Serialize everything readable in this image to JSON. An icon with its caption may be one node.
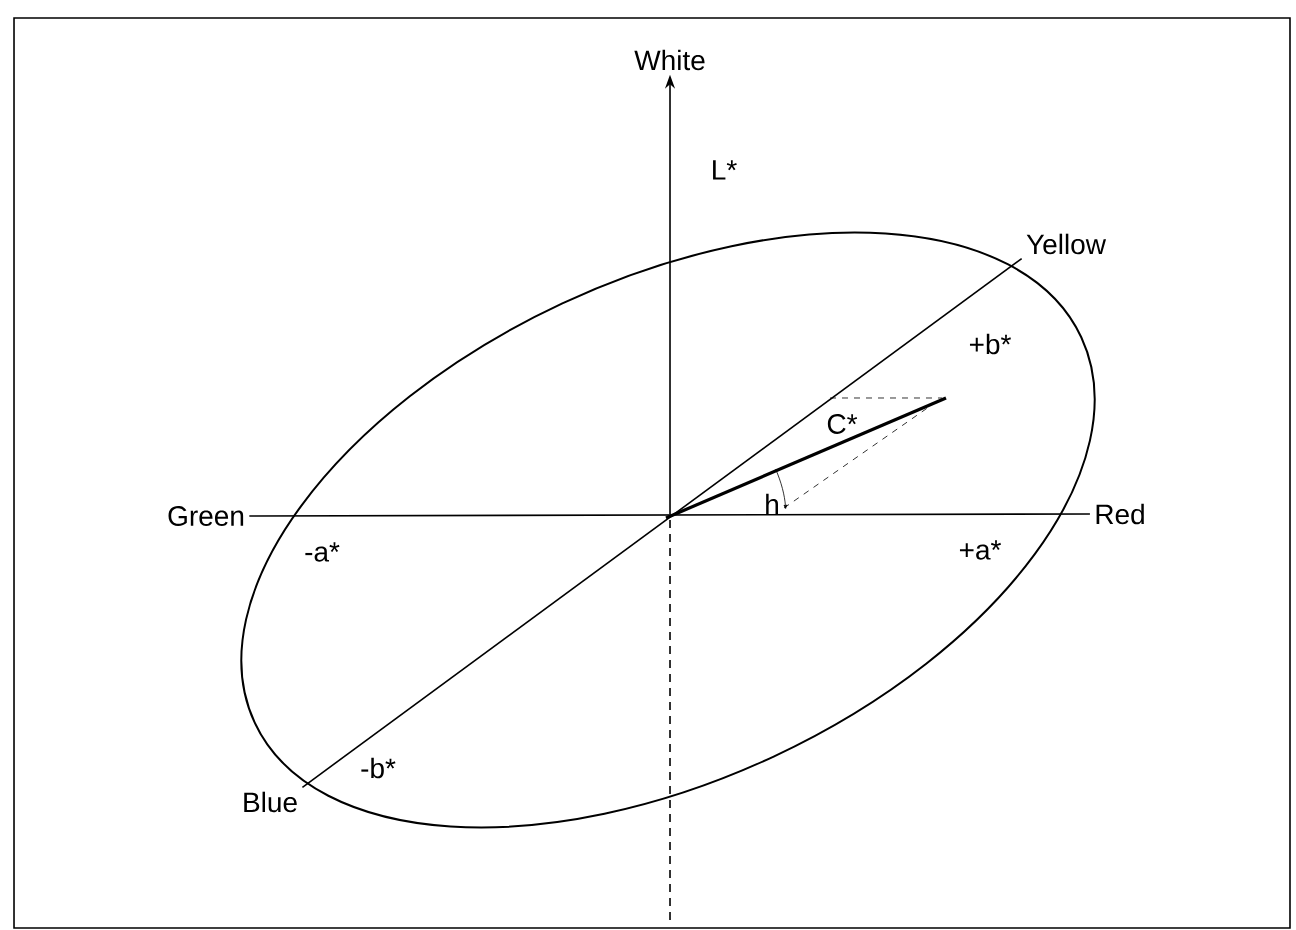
{
  "diagram": {
    "nodes": [
      {
        "text": [
          "White"
        ]
      },
      {
        "text": [
          "Yellow"
        ]
      },
      {
        "text": [
          "Green"
        ]
      },
      {
        "text": [
          "Red"
        ]
      },
      {
        "text": [
          "Blue"
        ]
      }
    ],
    "edges": [
      {
        "from": null,
        "to": 0,
        "arrow": "to",
        "style": "dashed"
      },
      {
        "from": 2,
        "to": 3,
        "arrow": "none"
      },
      {
        "from": 4,
        "to": 1,
        "arrow": "none"
      }
    ],
    "labels": [
      "L*",
      "+b*",
      "C*",
      "h",
      "-a*",
      "+a*",
      "-b*"
    ]
  }
}
